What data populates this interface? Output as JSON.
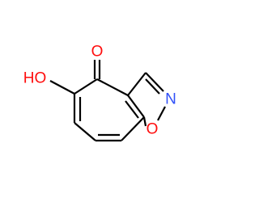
{
  "molecule": {
    "atoms": {
      "hydroxyl": {
        "label": "HO",
        "element": "O"
      },
      "carbonyl_oxygen": {
        "label": "O",
        "element": "O"
      },
      "ring_nitrogen": {
        "label": "N",
        "element": "N"
      },
      "ring_oxygen": {
        "label": "O",
        "element": "O"
      }
    }
  },
  "colors": {
    "bond": "#000000",
    "oxygen": "#ff0d0d",
    "nitrogen": "#3050f8",
    "background": "#ffffff"
  }
}
